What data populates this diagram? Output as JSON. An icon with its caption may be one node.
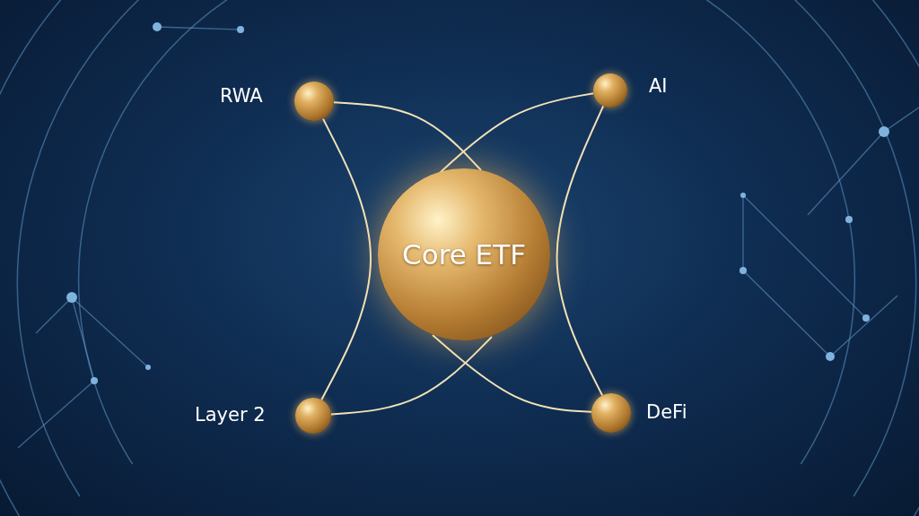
{
  "diagram": {
    "nodes": [
      {
        "text": [],
        "shape": "circle",
        "beside": [
          "RWA"
        ]
      },
      {
        "text": [],
        "shape": "circle",
        "beside": [
          "AI"
        ]
      },
      {
        "text": [
          "Core ETF"
        ]
      },
      {
        "text": [],
        "shape": "circle",
        "beside": [
          "Layer 2"
        ]
      },
      {
        "text": [],
        "shape": "circle",
        "beside": [
          "DeFi"
        ]
      }
    ],
    "edges": [
      {
        "from": 0,
        "to": 2,
        "arrow": "none"
      },
      {
        "from": 1,
        "to": 2,
        "arrow": "none"
      },
      {
        "from": 3,
        "to": 2,
        "arrow": "none"
      },
      {
        "from": 4,
        "to": 2,
        "arrow": "none"
      },
      {
        "from": 0,
        "to": 3,
        "arrow": "none"
      },
      {
        "from": 1,
        "to": 4,
        "arrow": "none"
      }
    ]
  }
}
